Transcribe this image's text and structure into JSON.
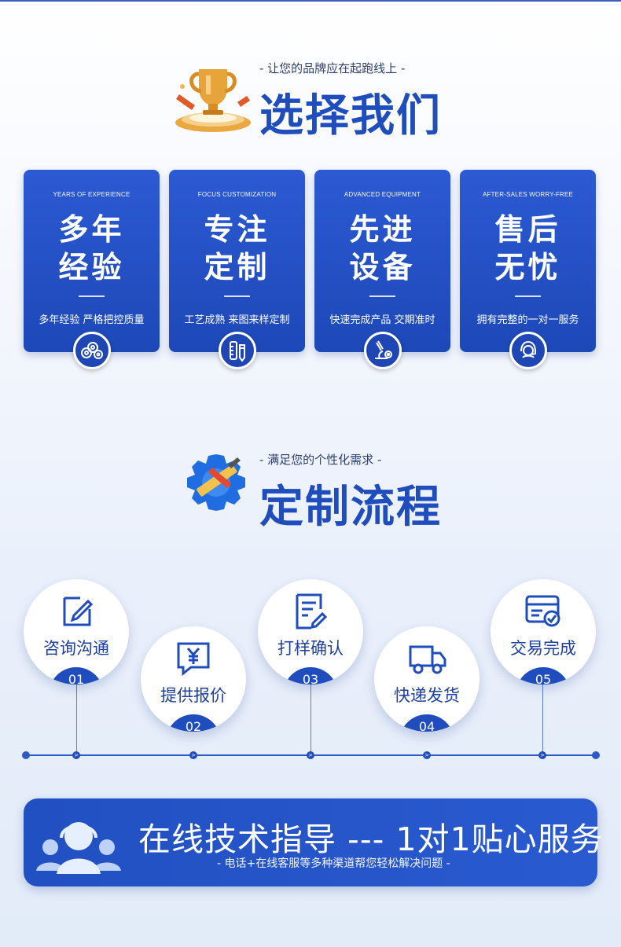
{
  "section1": {
    "subtitle": "- 让您的品牌应在起跑线上 -",
    "title": "选择我们"
  },
  "cards": [
    {
      "en": "YEARS OF EXPERIENCE",
      "title1": "多年",
      "title2": "经验",
      "desc": "多年经验 严格把控质量",
      "icon": "gears-icon"
    },
    {
      "en": "FOCUS CUSTOMIZATION",
      "title1": "专注",
      "title2": "定制",
      "desc": "工艺成熟 来图来样定制",
      "icon": "ruler-pencil-icon"
    },
    {
      "en": "ADVANCED EQUIPMENT",
      "title1": "先进",
      "title2": "设备",
      "desc": "快速完成产品 交期准时",
      "icon": "microscope-icon"
    },
    {
      "en": "AFTER-SALES WORRY-FREE",
      "title1": "售后",
      "title2": "无忧",
      "desc": "拥有完整的一对一服务",
      "icon": "headset-service-icon"
    }
  ],
  "section2": {
    "subtitle": "- 满足您的个性化需求 -",
    "title": "定制流程"
  },
  "steps": [
    {
      "label": "咨询沟通",
      "num": "01",
      "icon": "edit-icon"
    },
    {
      "label": "提供报价",
      "num": "02",
      "icon": "price-chat-icon"
    },
    {
      "label": "打样确认",
      "num": "03",
      "icon": "document-edit-icon"
    },
    {
      "label": "快递发货",
      "num": "04",
      "icon": "truck-icon"
    },
    {
      "label": "交易完成",
      "num": "05",
      "icon": "card-check-icon"
    }
  ],
  "banner": {
    "title": "在线技术指导 --- 1对1贴心服务",
    "subtitle": "- 电话+在线客服等多种渠道帮您轻松解决问题 -"
  },
  "colors": {
    "primary": "#1f4dbd",
    "accent": "#2c5ad3"
  }
}
